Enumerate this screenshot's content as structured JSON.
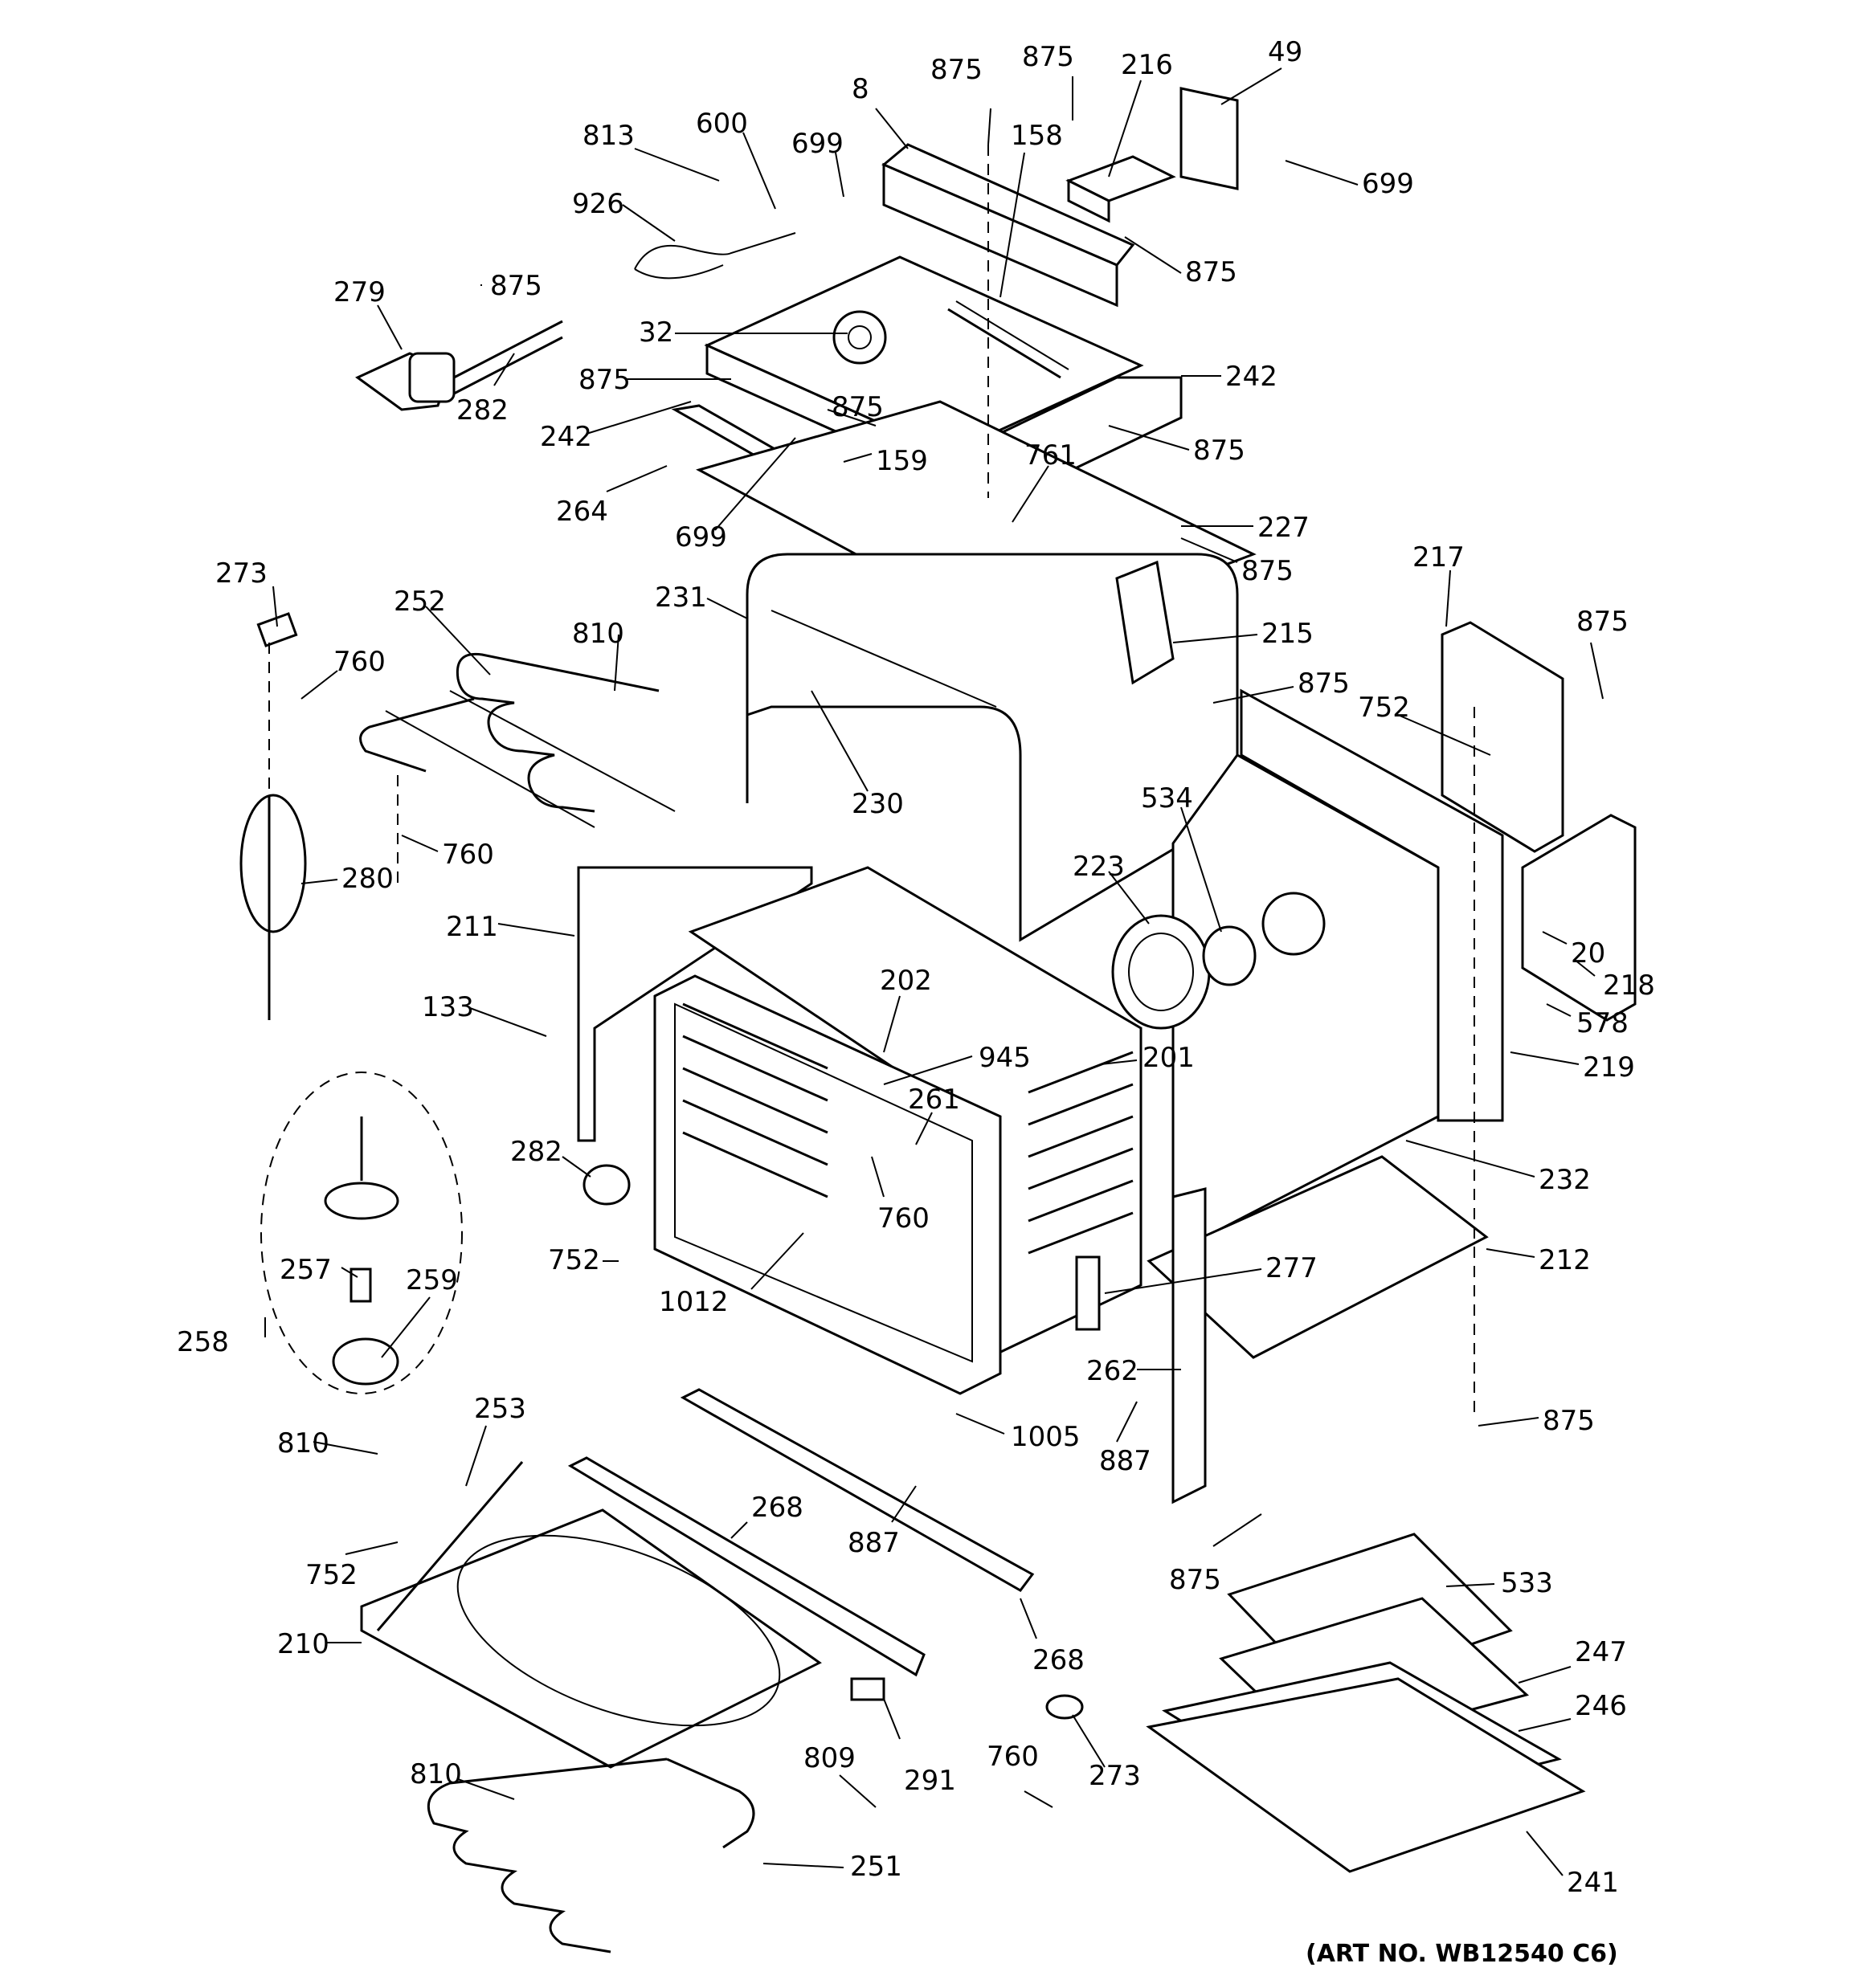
{
  "caption": "(ART NO. WB12540 C6)",
  "callouts": [
    {
      "id": "8",
      "text": "8"
    },
    {
      "id": "875a",
      "text": "875"
    },
    {
      "id": "875b",
      "text": "875"
    },
    {
      "id": "216",
      "text": "216"
    },
    {
      "id": "49",
      "text": "49"
    },
    {
      "id": "813",
      "text": "813"
    },
    {
      "id": "600",
      "text": "600"
    },
    {
      "id": "699a",
      "text": "699"
    },
    {
      "id": "158",
      "text": "158"
    },
    {
      "id": "699b",
      "text": "699"
    },
    {
      "id": "926",
      "text": "926"
    },
    {
      "id": "875c",
      "text": "875"
    },
    {
      "id": "279",
      "text": "279"
    },
    {
      "id": "875d",
      "text": "875"
    },
    {
      "id": "32",
      "text": "32"
    },
    {
      "id": "242a",
      "text": "242"
    },
    {
      "id": "875e",
      "text": "875"
    },
    {
      "id": "282a",
      "text": "282"
    },
    {
      "id": "875f",
      "text": "875"
    },
    {
      "id": "242b",
      "text": "242"
    },
    {
      "id": "875g",
      "text": "875"
    },
    {
      "id": "159",
      "text": "159"
    },
    {
      "id": "761",
      "text": "761"
    },
    {
      "id": "264",
      "text": "264"
    },
    {
      "id": "227",
      "text": "227"
    },
    {
      "id": "699c",
      "text": "699"
    },
    {
      "id": "875h",
      "text": "875"
    },
    {
      "id": "273a",
      "text": "273"
    },
    {
      "id": "231",
      "text": "231"
    },
    {
      "id": "252",
      "text": "252"
    },
    {
      "id": "810a",
      "text": "810"
    },
    {
      "id": "215",
      "text": "215"
    },
    {
      "id": "217",
      "text": "217"
    },
    {
      "id": "875i",
      "text": "875"
    },
    {
      "id": "760a",
      "text": "760"
    },
    {
      "id": "875j",
      "text": "875"
    },
    {
      "id": "752a",
      "text": "752"
    },
    {
      "id": "230",
      "text": "230"
    },
    {
      "id": "534",
      "text": "534"
    },
    {
      "id": "760b",
      "text": "760"
    },
    {
      "id": "223",
      "text": "223"
    },
    {
      "id": "280",
      "text": "280"
    },
    {
      "id": "211",
      "text": "211"
    },
    {
      "id": "20",
      "text": "20"
    },
    {
      "id": "218",
      "text": "218"
    },
    {
      "id": "202",
      "text": "202"
    },
    {
      "id": "133",
      "text": "133"
    },
    {
      "id": "578",
      "text": "578"
    },
    {
      "id": "945",
      "text": "945"
    },
    {
      "id": "201",
      "text": "201"
    },
    {
      "id": "219",
      "text": "219"
    },
    {
      "id": "261",
      "text": "261"
    },
    {
      "id": "282b",
      "text": "282"
    },
    {
      "id": "232",
      "text": "232"
    },
    {
      "id": "760c",
      "text": "760"
    },
    {
      "id": "752b",
      "text": "752"
    },
    {
      "id": "212",
      "text": "212"
    },
    {
      "id": "257",
      "text": "257"
    },
    {
      "id": "277",
      "text": "277"
    },
    {
      "id": "259",
      "text": "259"
    },
    {
      "id": "1012",
      "text": "1012"
    },
    {
      "id": "258",
      "text": "258"
    },
    {
      "id": "262",
      "text": "262"
    },
    {
      "id": "1005",
      "text": "1005"
    },
    {
      "id": "810b",
      "text": "810"
    },
    {
      "id": "253",
      "text": "253"
    },
    {
      "id": "887a",
      "text": "887"
    },
    {
      "id": "875k",
      "text": "875"
    },
    {
      "id": "268a",
      "text": "268"
    },
    {
      "id": "752c",
      "text": "752"
    },
    {
      "id": "887b",
      "text": "887"
    },
    {
      "id": "875l",
      "text": "875"
    },
    {
      "id": "533",
      "text": "533"
    },
    {
      "id": "210",
      "text": "210"
    },
    {
      "id": "268b",
      "text": "268"
    },
    {
      "id": "247",
      "text": "247"
    },
    {
      "id": "246",
      "text": "246"
    },
    {
      "id": "809",
      "text": "809"
    },
    {
      "id": "760d",
      "text": "760"
    },
    {
      "id": "291",
      "text": "291"
    },
    {
      "id": "273b",
      "text": "273"
    },
    {
      "id": "810c",
      "text": "810"
    },
    {
      "id": "251",
      "text": "251"
    },
    {
      "id": "241",
      "text": "241"
    }
  ]
}
